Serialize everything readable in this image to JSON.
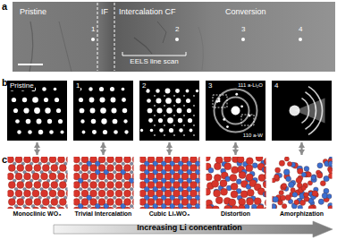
{
  "diagram": {
    "nodes": [
      {
        "text": [
          "Pristine"
        ]
      },
      {
        "text": [
          "1"
        ]
      },
      {
        "text": [
          "2"
        ]
      },
      {
        "text": [
          "3",
          "111 a-Li₂O",
          "110 a-W"
        ]
      },
      {
        "text": [
          "4"
        ]
      },
      {
        "text": [
          "Monoclinic WO₃"
        ]
      },
      {
        "text": [
          "Trivial Intercalation"
        ]
      },
      {
        "text": [
          "Cubic LiₓWO₃"
        ]
      },
      {
        "text": [
          "Distortion"
        ]
      },
      {
        "text": [
          "Amorphization"
        ]
      }
    ],
    "edges": [
      {
        "from": 0,
        "to": 5,
        "arrow": "both"
      },
      {
        "from": 1,
        "to": 6,
        "arrow": "both"
      },
      {
        "from": 2,
        "to": 7,
        "arrow": "both"
      },
      {
        "from": 3,
        "to": 8,
        "arrow": "both"
      },
      {
        "from": 4,
        "to": 9,
        "arrow": "both"
      }
    ],
    "labels": [
      "a",
      "Pristine",
      "IF",
      "Intercalation CF",
      "Conversion",
      "1",
      "2",
      "3",
      "4",
      "EELS line scan",
      "b",
      "c",
      "Increasing Li concentration"
    ]
  }
}
